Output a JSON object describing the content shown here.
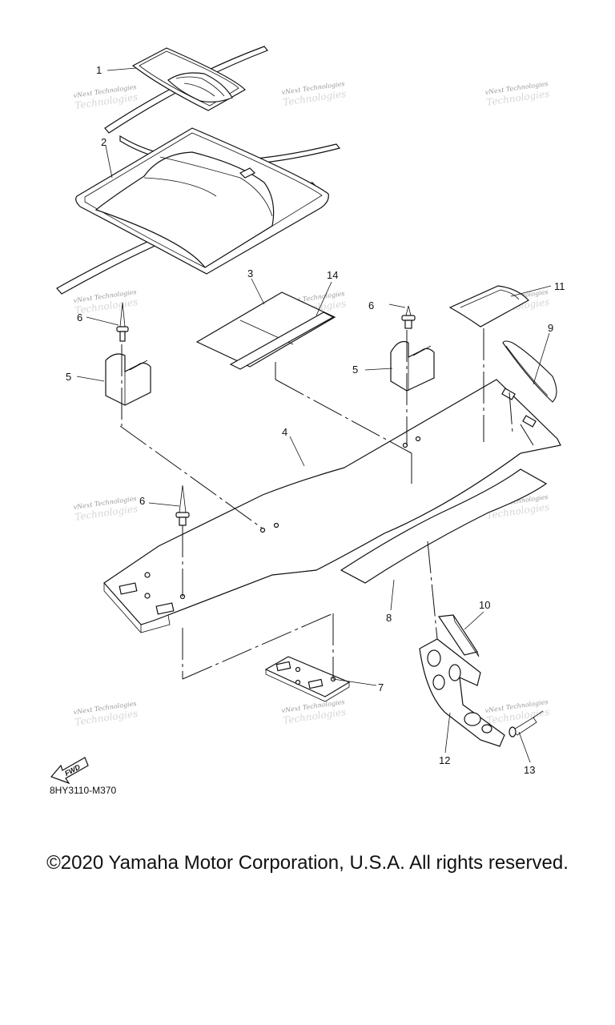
{
  "diagram": {
    "callouts": [
      "1",
      "2",
      "3",
      "14",
      "11",
      "6",
      "6",
      "9",
      "5",
      "5",
      "4",
      "6",
      "10",
      "8",
      "7",
      "12",
      "13"
    ],
    "watermark": {
      "line1": "vNext Technologies",
      "line2": "Technologies"
    },
    "fwd_label": "FWD",
    "code": "8HY3110-M370"
  },
  "footer": {
    "copyright": "©2020 Yamaha Motor Corporation, U.S.A. All rights reserved."
  }
}
